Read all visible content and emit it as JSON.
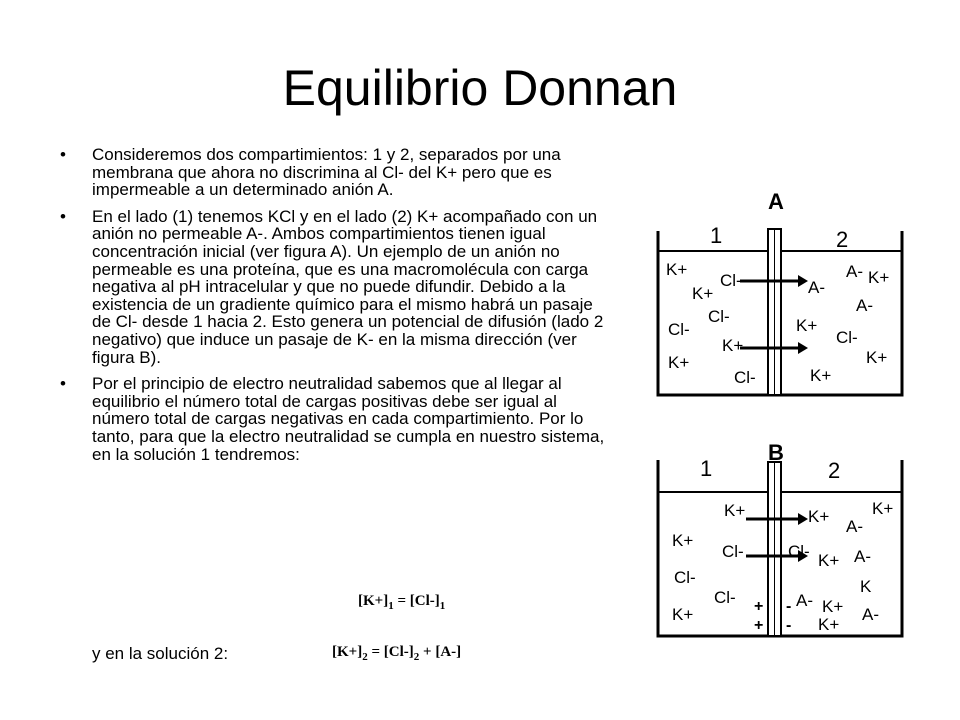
{
  "slide": {
    "title": "Equilibrio Donnan",
    "bullets": [
      {
        "marker": "•",
        "text": "Consideremos dos compartimientos: 1 y 2, separados por una membrana que ahora no discrimina al Cl- del K+ pero que es impermeable a un determinado anión A."
      },
      {
        "marker": "•",
        "text": "En el lado (1) tenemos KCl y en el lado (2) K+ acompañado con un anión no permeable A-. Ambos compartimientos tienen igual concentración inicial (ver figura A). Un ejemplo de un anión no permeable es una proteína, que es una macromolécula con carga negativa al pH intracelular y que no puede difundir. Debido a la existencia de un gradiente químico para el mismo habrá un pasaje de Cl- desde 1 hacia 2. Esto genera un potencial de difusión (lado 2 negativo) que induce un pasaje de K- en la misma dirección (ver figura B)."
      },
      {
        "marker": "•",
        "text": "Por el principio de electro neutralidad sabemos que al llegar al equilibrio el número total de cargas positivas debe ser igual al número total de cargas negativas en cada compartimiento. Por lo tanto, para que la electro neutralidad se cumpla en nuestro sistema, en la solución 1 tendremos:"
      }
    ],
    "equation_1": {
      "lhs_ion": "K+",
      "lhs_sub": "1",
      "rhs_ion": "Cl-",
      "rhs_sub": "1"
    },
    "solution_2_label": "y en la solución 2:",
    "equation_2": {
      "lhs_ion": "K+",
      "lhs_sub": "2",
      "rhs_ion1": "Cl-",
      "rhs_sub1": "2",
      "rhs_ion2": "A-"
    }
  },
  "figure_a": {
    "label": "A",
    "side_1": "1",
    "side_2": "2",
    "ions": [
      "K+",
      "Cl-",
      "A-",
      "K+",
      "K+",
      "Cl-",
      "A-",
      "Cl-",
      "Cl-",
      "K+",
      "A-",
      "K+",
      "K+",
      "Cl-",
      "K+",
      "K+"
    ]
  },
  "figure_b": {
    "label": "B",
    "side_1": "1",
    "side_2": "2",
    "ions": [
      "K+",
      "K+",
      "A-",
      "K+",
      "K+",
      "Cl-",
      "Cl-",
      "K+",
      "A-",
      "Cl-",
      "K",
      "Cl-",
      "A-",
      "K+",
      "K+",
      "A-",
      "K+"
    ],
    "charges": [
      "+",
      "+",
      "-",
      "-"
    ]
  },
  "colors": {
    "text": "#000000",
    "background": "#ffffff"
  }
}
